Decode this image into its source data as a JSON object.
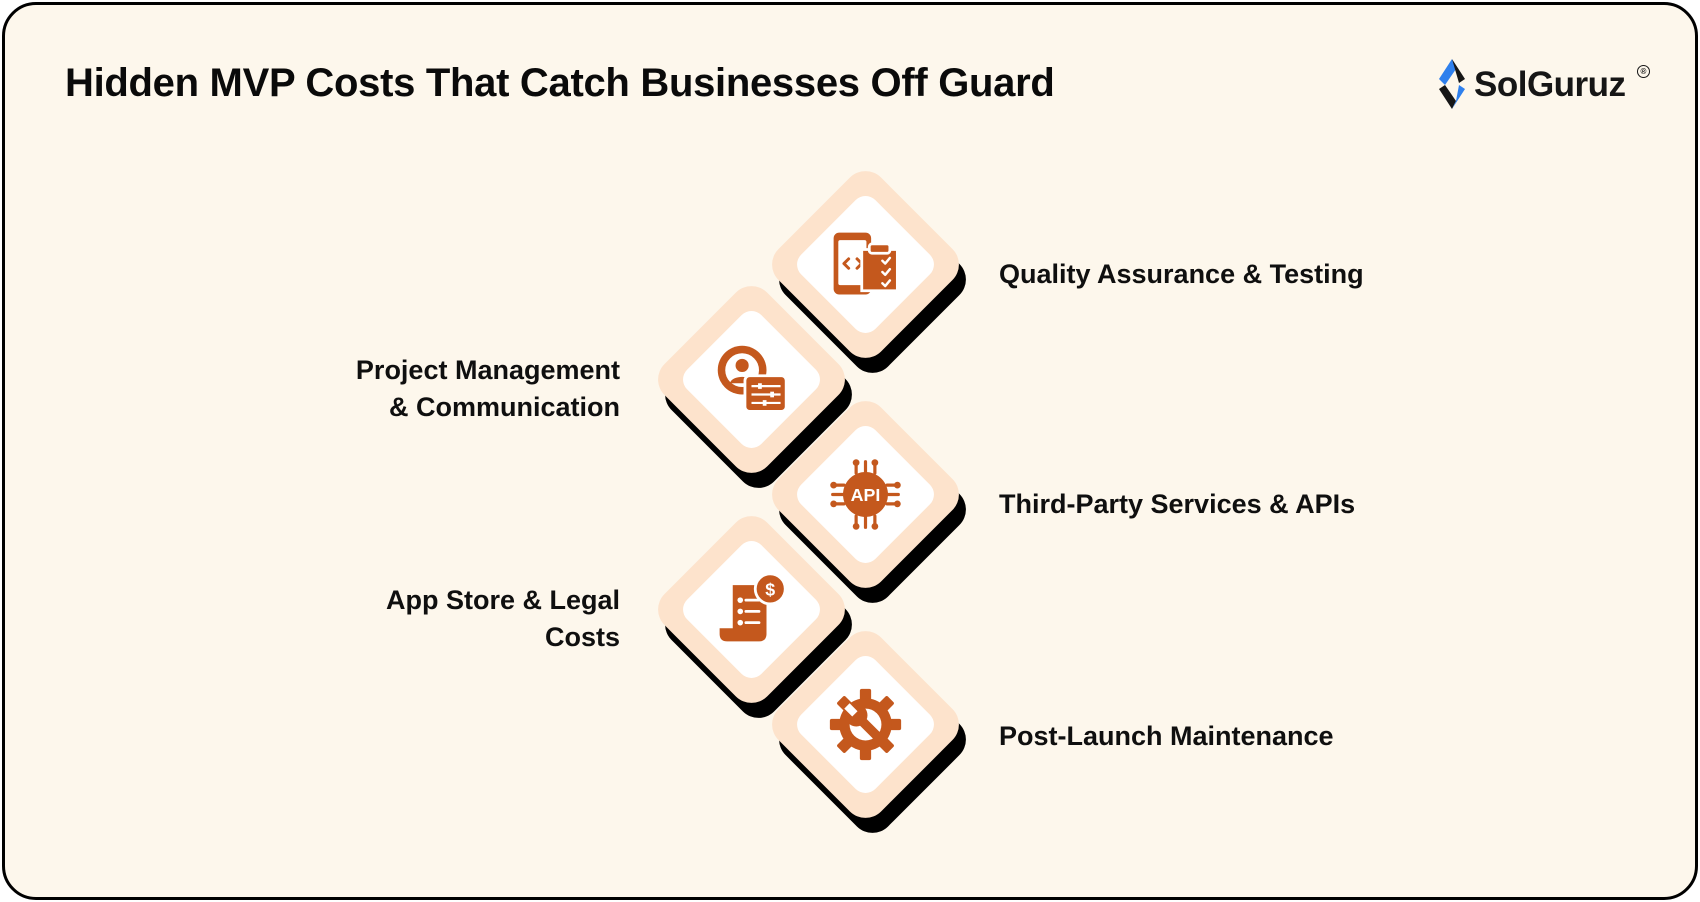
{
  "title": "Hidden MVP Costs That Catch Businesses Off Guard",
  "brand": {
    "name": "SolGuruz",
    "mark": "®",
    "logo_icon": "solguruz-logo-icon"
  },
  "colors": {
    "background": "#fdf7ec",
    "frame_border": "#000000",
    "tile_outer": "#fde3cc",
    "tile_inner": "#ffffff",
    "tile_shadow": "#000000",
    "icon": "#c4581d",
    "logo_blue": "#2f80ed"
  },
  "items": [
    {
      "label": "Quality Assurance & Testing",
      "icon": "mobile-testing-icon",
      "side": "right"
    },
    {
      "label": "Project Management & Communication",
      "icon": "project-manager-icon",
      "side": "left"
    },
    {
      "label": "Third-Party Services & APIs",
      "icon": "api-chip-icon",
      "side": "right"
    },
    {
      "label": "App Store & Legal Costs",
      "icon": "invoice-dollar-icon",
      "side": "left"
    },
    {
      "label": "Post-Launch Maintenance",
      "icon": "gear-wrench-icon",
      "side": "right"
    }
  ]
}
